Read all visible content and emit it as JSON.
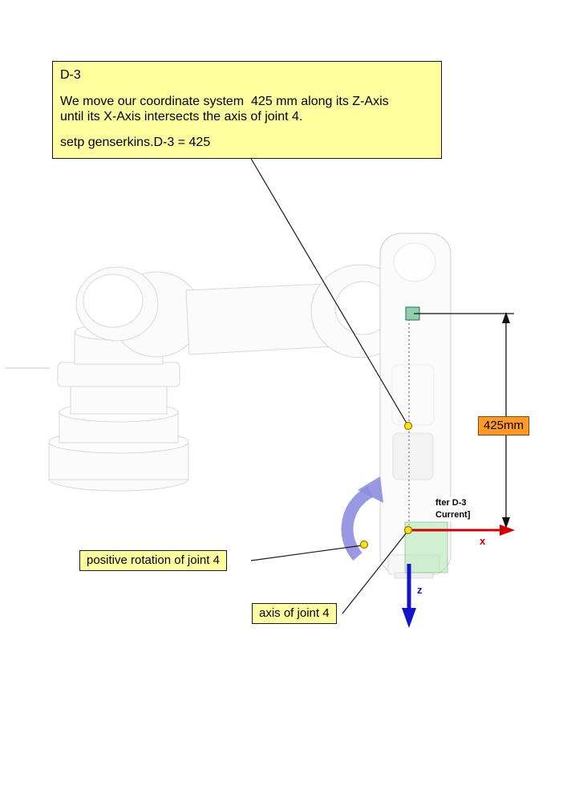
{
  "diagram": {
    "callout": {
      "title": "D-3",
      "body_line1": "We move our coordinate system  425 mm along its Z-Axis",
      "body_line2": "until its X-Axis intersects the axis of joint 4.",
      "command": "setp genserkins.D-3 = 425"
    },
    "dimension_label": "425mm",
    "rotation_label": "positive rotation of joint 4",
    "axis_label": "axis of joint 4",
    "frame_note_line1": "fter D-3",
    "frame_note_line2": "Current]",
    "x_axis_label": "x",
    "z_axis_label": "z"
  },
  "colors": {
    "callout_background": "#ffffa0",
    "label_background": "#ffffa0",
    "dimension_label_background": "#ff9a2a",
    "x_axis": "#cc0000",
    "z_axis": "#1212cf",
    "rotation_arrow": "#8d8de0",
    "joint_marker": "#ffe11a",
    "frame_highlight": "#a8e6a8"
  }
}
